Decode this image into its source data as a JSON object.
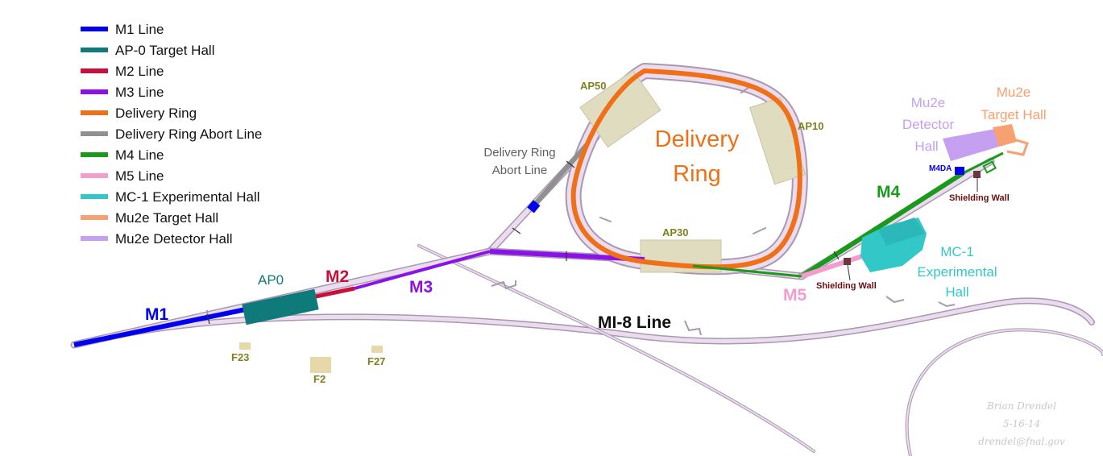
{
  "legend": {
    "items": [
      {
        "label": "M1 Line",
        "color": "#0000ee"
      },
      {
        "label": "AP-0 Target Hall",
        "color": "#0e7a7a"
      },
      {
        "label": "M2 Line",
        "color": "#c8103c"
      },
      {
        "label": "M3 Line",
        "color": "#8a12e8"
      },
      {
        "label": "Delivery Ring",
        "color": "#f07018"
      },
      {
        "label": "Delivery Ring Abort Line",
        "color": "#909090"
      },
      {
        "label": "M4 Line",
        "color": "#1a9a1a"
      },
      {
        "label": "M5 Line",
        "color": "#f59ccf"
      },
      {
        "label": "MC-1 Experimental Hall",
        "color": "#33c8c8"
      },
      {
        "label": "Mu2e Target Hall",
        "color": "#f7a070"
      },
      {
        "label": "Mu2e Detector Hall",
        "color": "#c6a0f0"
      }
    ]
  },
  "labels": {
    "delivery_ring_1": "Delivery",
    "delivery_ring_2": "Ring",
    "abort_1": "Delivery Ring",
    "abort_2": "Abort Line",
    "ap50": "AP50",
    "ap10": "AP10",
    "ap30": "AP30",
    "ap0": "AP0",
    "m1": "M1",
    "m2": "M2",
    "m3": "M3",
    "m4": "M4",
    "m5": "M5",
    "mi8": "MI-8 Line",
    "f23": "F23",
    "f2": "F2",
    "f27": "F27",
    "mc1_1": "MC-1",
    "mc1_2": "Experimental",
    "mc1_3": "Hall",
    "mu2e_det_1": "Mu2e",
    "mu2e_det_2": "Detector",
    "mu2e_det_3": "Hall",
    "mu2e_tgt_1": "Mu2e",
    "mu2e_tgt_2": "Target Hall",
    "m4da": "M4DA",
    "shield_1": "Shielding Wall",
    "shield_2": "Shielding Wall"
  },
  "signature": {
    "name": "Brian Drendel",
    "date": "5-16-14",
    "email": "drendel@fnal.gov"
  },
  "colors": {
    "tunnel": "#e8d8ee",
    "tunnel_edge": "#a898b0",
    "service_building": "#e0dcc0",
    "service_edge": "#c8c4a0",
    "label_olive": "#808020",
    "shield_label": "#6a1010"
  }
}
